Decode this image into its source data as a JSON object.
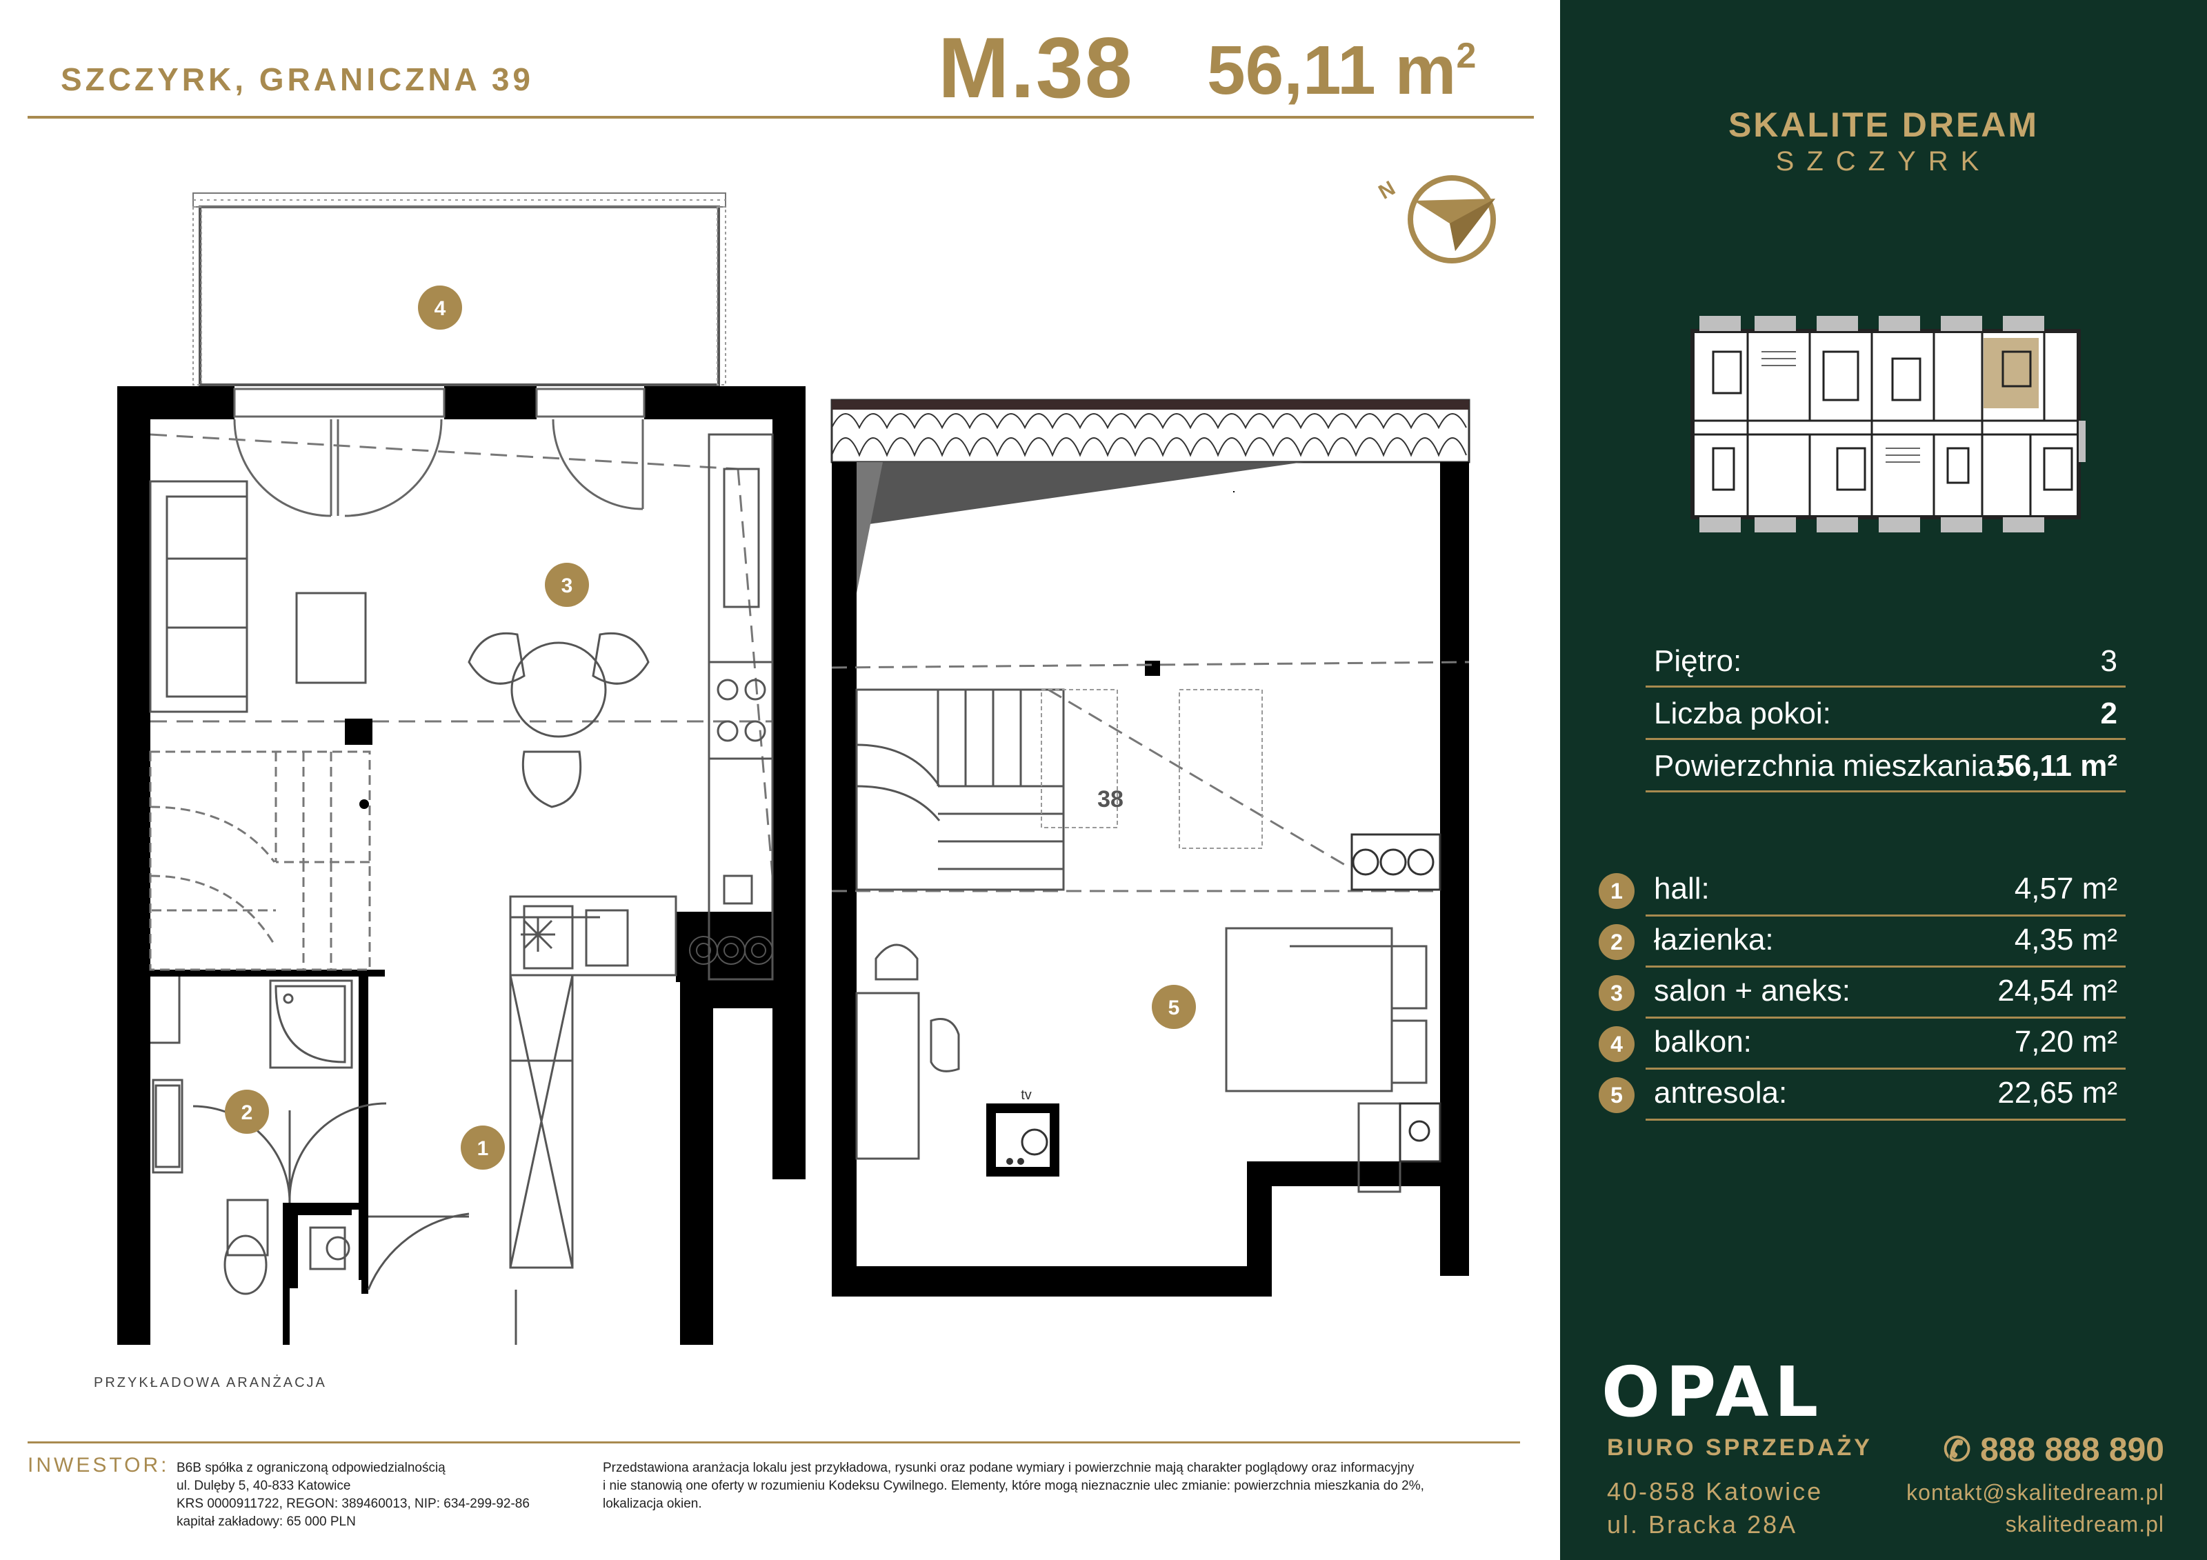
{
  "header": {
    "address": "SZCZYRK, GRANICZNA 39",
    "unit": "M.38",
    "area_value": "56,11 m",
    "area_sup": "2"
  },
  "brand": {
    "name": "SKALITE DREAM",
    "city": "SZCZYRK"
  },
  "stats": [
    {
      "label": "Piętro:",
      "value": "3"
    },
    {
      "label": "Liczba pokoi:",
      "value": "2"
    },
    {
      "label": "Powierzchnia mieszkania:",
      "value": "56,11 m²"
    }
  ],
  "rooms": [
    {
      "num": "1",
      "label": "hall:",
      "value": "4,57 m²"
    },
    {
      "num": "2",
      "label": "łazienka:",
      "value": "4,35 m²"
    },
    {
      "num": "3",
      "label": "salon + aneks:",
      "value": "24,54 m²"
    },
    {
      "num": "4",
      "label": "balkon:",
      "value": "7,20 m²"
    },
    {
      "num": "5",
      "label": "antresola:",
      "value": "22,65 m²"
    }
  ],
  "plan": {
    "example_note": "PRZYKŁADOWA ARANŻACJA",
    "mezzanine_label": "38",
    "tv_label": "tv",
    "compass_letter": "N"
  },
  "sales": {
    "logo": "OPAL",
    "office": "BIURO SPRZEDAŻY",
    "city_line": "40-858 Katowice",
    "street_line": "ul. Bracka 28A",
    "phone": "888 888 890",
    "email": "kontakt@skalitedream.pl",
    "website": "skalitedream.pl"
  },
  "footer": {
    "investor_label": "INWESTOR:",
    "investor_lines": [
      "B6B spółka z ograniczoną odpowiedzialnością",
      "ul. Dulęby 5, 40-833 Katowice",
      "KRS 0000911722, REGON: 389460013, NIP: 634-299-92-86",
      "kapitał zakładowy: 65 000 PLN"
    ],
    "disclaimer_lines": [
      "Przedstawiona aranżacja lokalu jest przykładowa, rysunki oraz podane wymiary i powierzchnie mają charakter poglądowy oraz informacyjny",
      "i nie stanowią one oferty w rozumieniu Kodeksu Cywilnego. Elementy, które mogą nieznacznie ulec zmianie: powierzchnia mieszkania do 2%,",
      "lokalizacja okien."
    ]
  },
  "colors": {
    "gold": "#a88a4f",
    "panel_green": "#0f3226",
    "panel_gold": "#c5a66b",
    "wall": "#000000"
  }
}
